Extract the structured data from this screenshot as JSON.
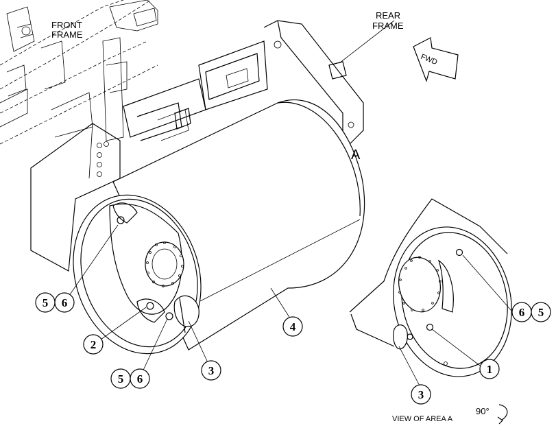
{
  "labels": {
    "front_frame_line1": "FRONT",
    "front_frame_line2": "FRAME",
    "rear_frame_line1": "REAR",
    "rear_frame_line2": "FRAME",
    "fwd": "FWD",
    "area_a": "A",
    "view_of_area": "VIEW OF AREA A",
    "rotation": "90°"
  },
  "callouts": {
    "c1": "1",
    "c2": "2",
    "c3_left": "3",
    "c3_right": "3",
    "c4": "4",
    "c5_top": "5",
    "c6_top": "6",
    "c5_bottom": "5",
    "c6_bottom": "6",
    "c6_right": "6",
    "c5_right": "5"
  }
}
